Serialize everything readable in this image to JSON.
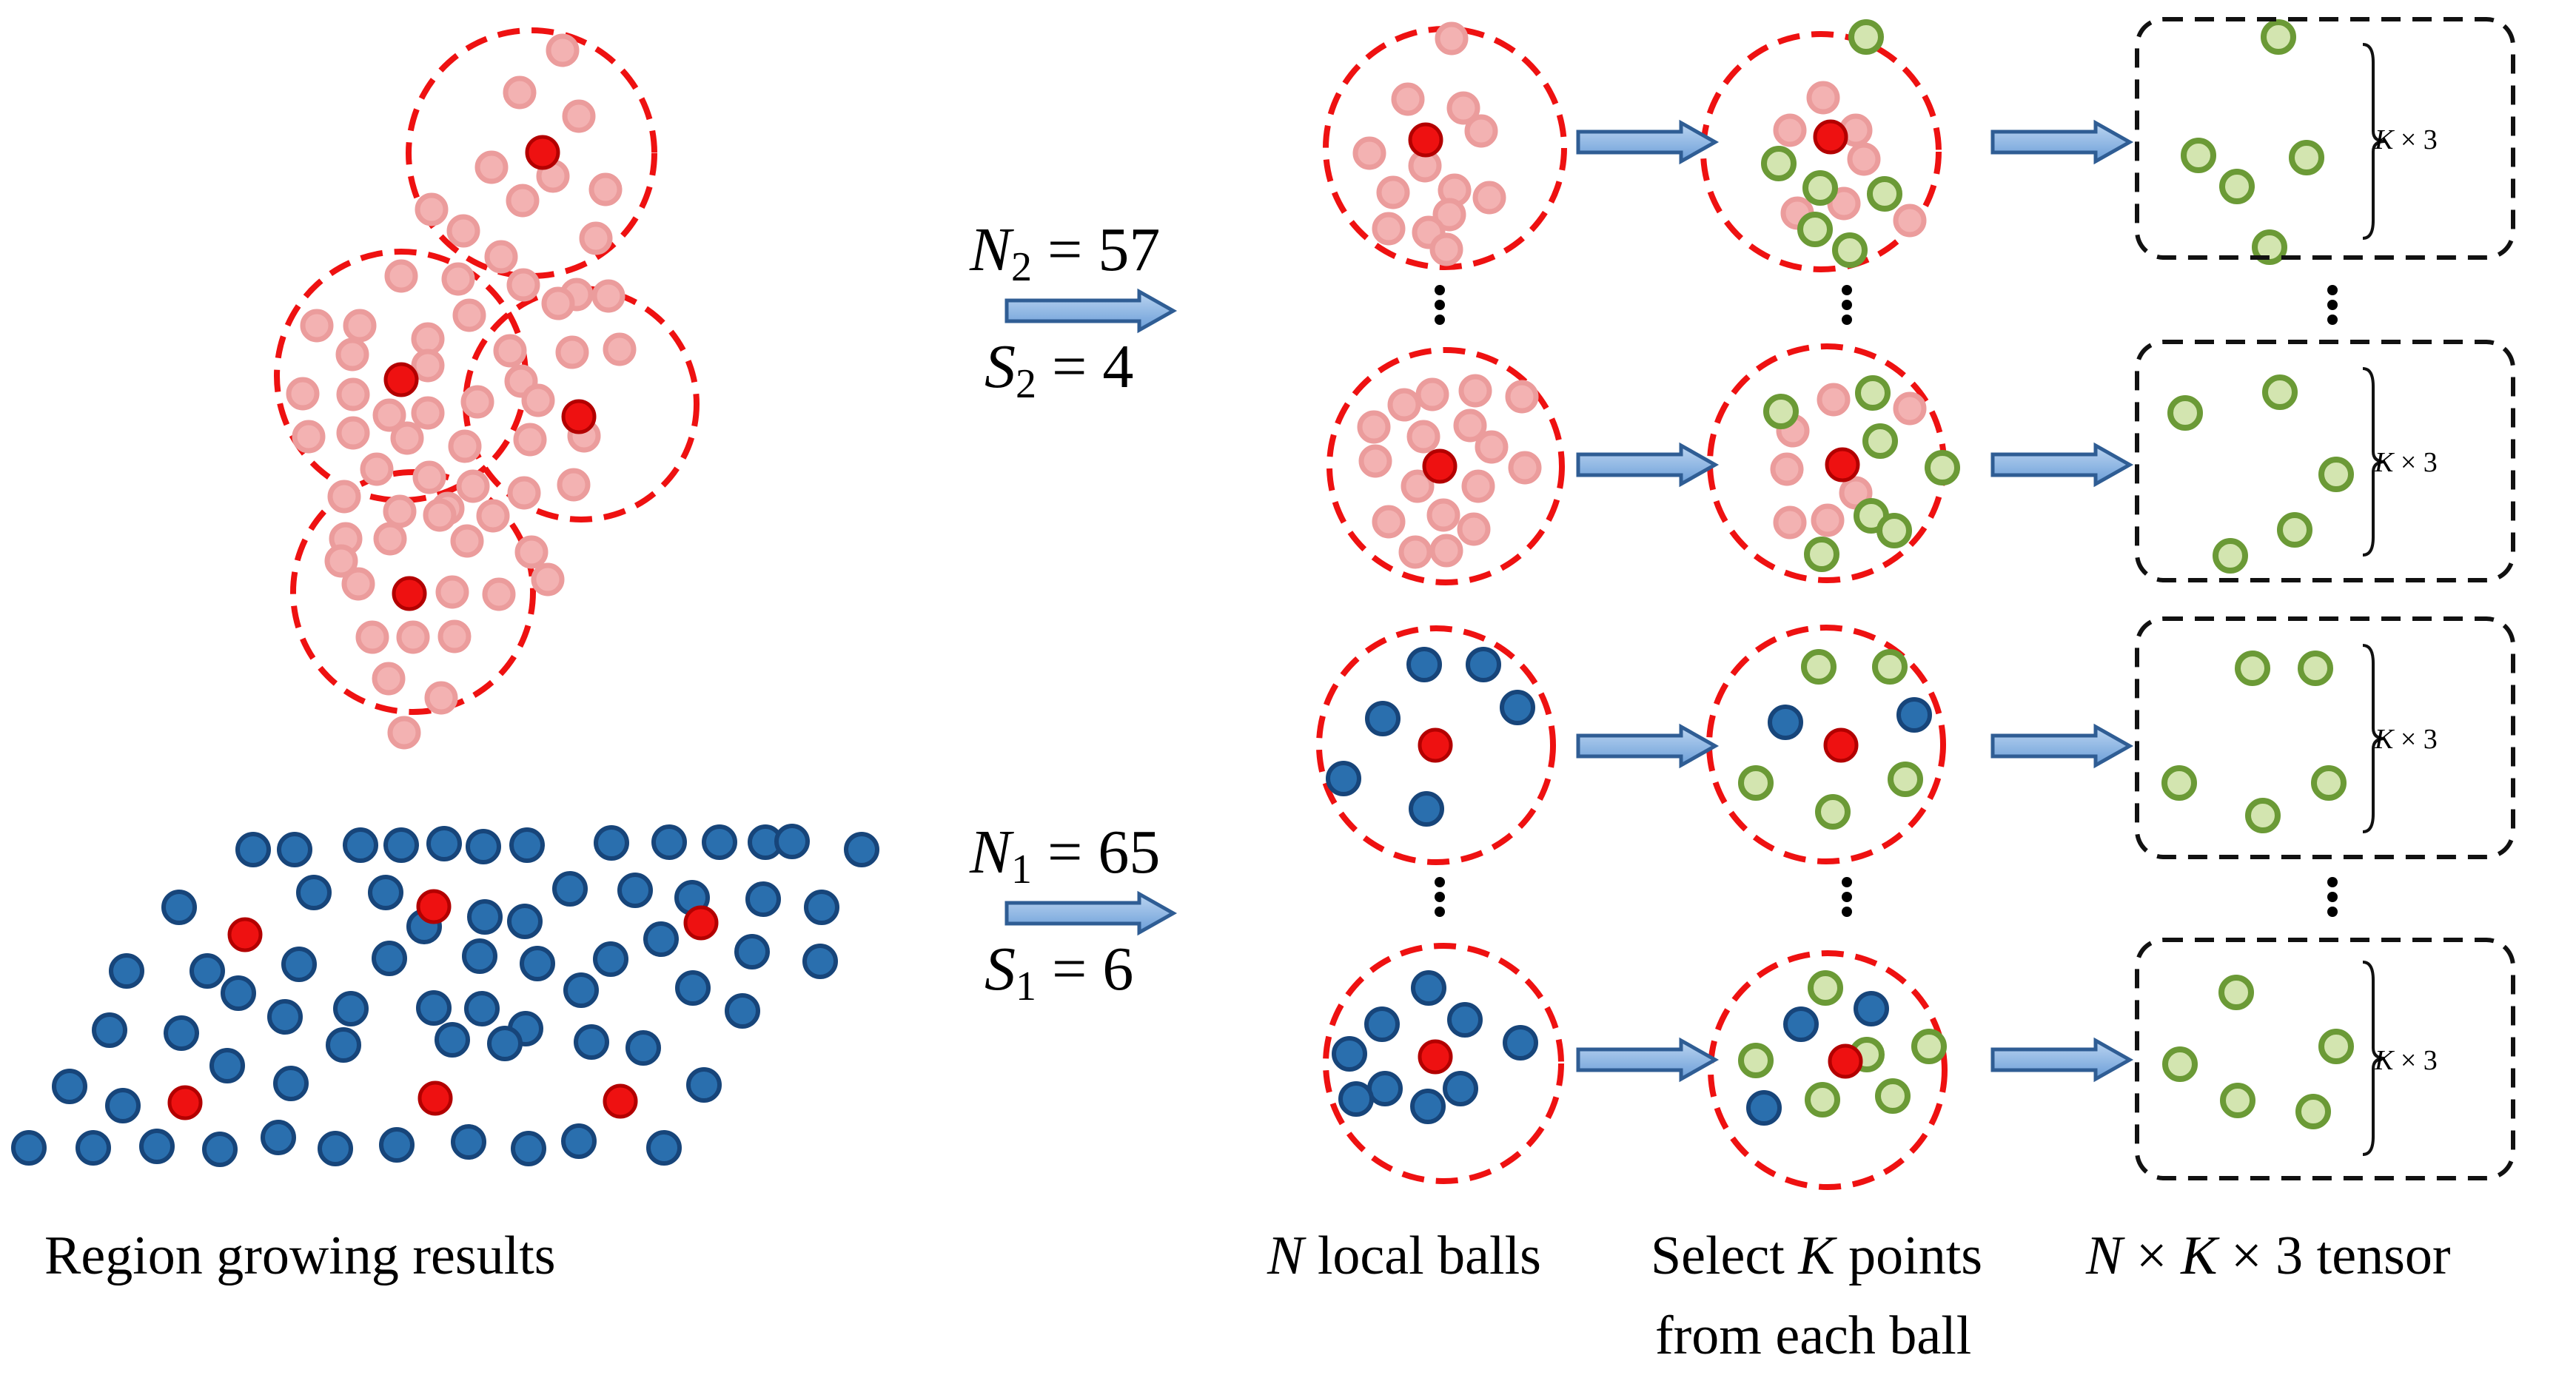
{
  "equations": {
    "upper": {
      "n_var": "N",
      "n_sub": "2",
      "n_value": "= 57",
      "s_var": "S",
      "s_sub": "2",
      "s_value": "= 4"
    },
    "lower": {
      "n_var": "N",
      "n_sub": "1",
      "n_value": "= 65",
      "s_var": "S",
      "s_sub": "1",
      "s_value": "= 6"
    }
  },
  "kx3": {
    "k": "K",
    "times3": "× 3"
  },
  "captions": {
    "region": "Region growing results",
    "balls_var": "N",
    "balls_text": "local balls",
    "select_prefix": "Select",
    "select_var": "K",
    "select_suffix": "points",
    "select_line2": "from each ball",
    "tensor_n": "N",
    "tensor_x1": "×",
    "tensor_k": "K",
    "tensor_x2": "× 3 tensor"
  },
  "colors": {
    "pink_fill": "#f3b2b2",
    "pink_stroke": "#eb9c9c",
    "blue_fill": "#2a6fae",
    "blue_stroke": "#17457a",
    "green_fill": "#d3e5b0",
    "green_stroke": "#6b9a36",
    "center_fill": "#ee1111",
    "center_stroke": "#b30000",
    "dashed_red": "#ee1111",
    "arrow_fill": "#8db5e5",
    "arrow_stroke": "#2f5d94"
  }
}
